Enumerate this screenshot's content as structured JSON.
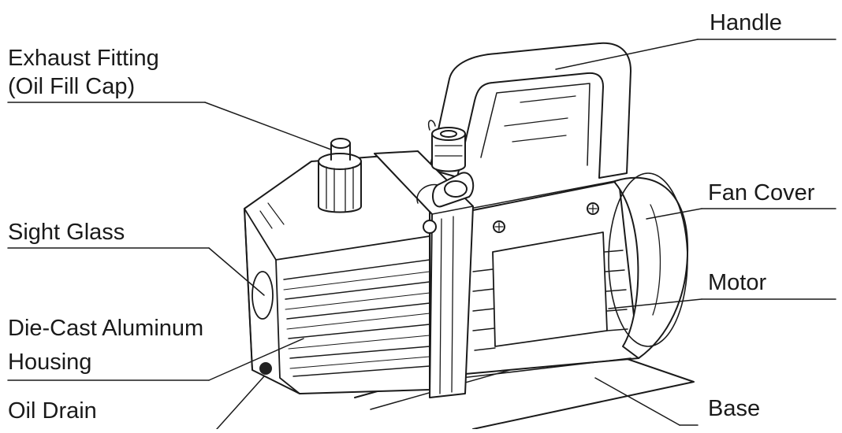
{
  "labels": {
    "handle": "Handle",
    "exhaust_fitting_line1": "Exhaust Fitting",
    "exhaust_fitting_line2": "(Oil Fill Cap)",
    "fan_cover": "Fan Cover",
    "sight_glass": "Sight Glass",
    "motor": "Motor",
    "housing_line1": "Die-Cast Aluminum",
    "housing_line2": "Housing",
    "oil_drain": "Oil Drain",
    "base": "Base"
  },
  "colors": {
    "line": "#1a1a1a",
    "text": "#1a1a1a",
    "fill": "#ffffff",
    "drain_plug": "#222222"
  }
}
